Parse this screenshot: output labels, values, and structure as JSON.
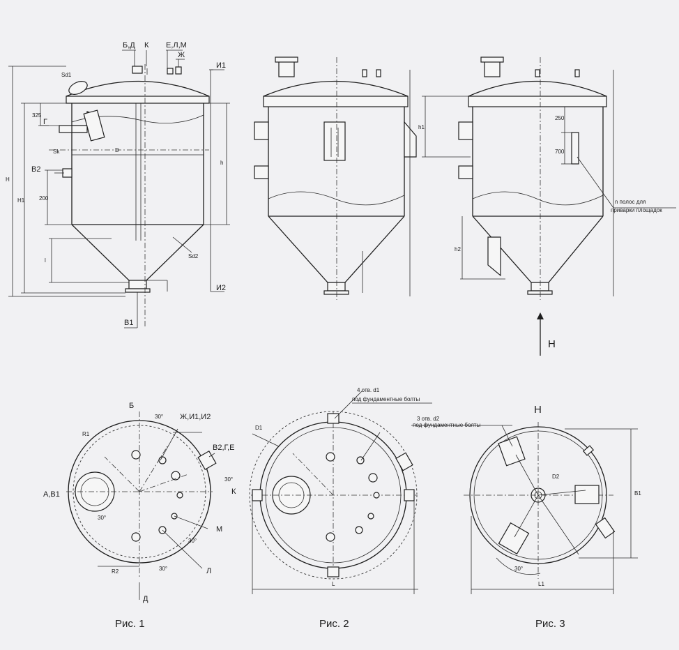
{
  "captions": [
    "Рис. 1",
    "Рис. 2",
    "Рис. 3"
  ],
  "fig1_side": {
    "nozzles_top": [
      "Б,Д",
      "К",
      "Е,Л,М",
      "Ж",
      "И1"
    ],
    "nozzle_bottom": "И2",
    "outlet": "В1",
    "left_nozzles": [
      "Г",
      "В2"
    ],
    "dims": {
      "H": "H",
      "H1": "Н1",
      "d325": "325",
      "d200": "200",
      "l": "l",
      "h": "h",
      "D": "D",
      "Sk": "Sk",
      "Sd1": "Sd1",
      "Sd2": "Sd2"
    }
  },
  "fig3_side": {
    "dims": {
      "h1": "h1",
      "h2": "h2",
      "d250": "250",
      "d700": "700"
    },
    "note_line1": "n полос для",
    "note_line2": "приварки площадок",
    "view_letter": "H"
  },
  "fig1_plan": {
    "labels": {
      "B": "Б",
      "D": "Д",
      "A": "А,В1",
      "K": "К",
      "M": "М",
      "L": "Л",
      "group1": "Ж,И1,И2",
      "group2": "В2,Г,Е",
      "R1": "R1",
      "R2": "R2"
    },
    "angles": [
      "30°",
      "30°",
      "30°",
      "30°",
      "30°"
    ]
  },
  "fig2_plan": {
    "note_line1": "4 отв. d1",
    "note_line2": "под фундаментные болты",
    "D1": "D1",
    "L": "L"
  },
  "fig3_plan": {
    "view_letter": "H",
    "note_line1": "3 отв. d2",
    "note_line2": "под фундаментные болты",
    "D2": "D2",
    "B1": "B1",
    "L1": "L1",
    "angle": "30°"
  }
}
